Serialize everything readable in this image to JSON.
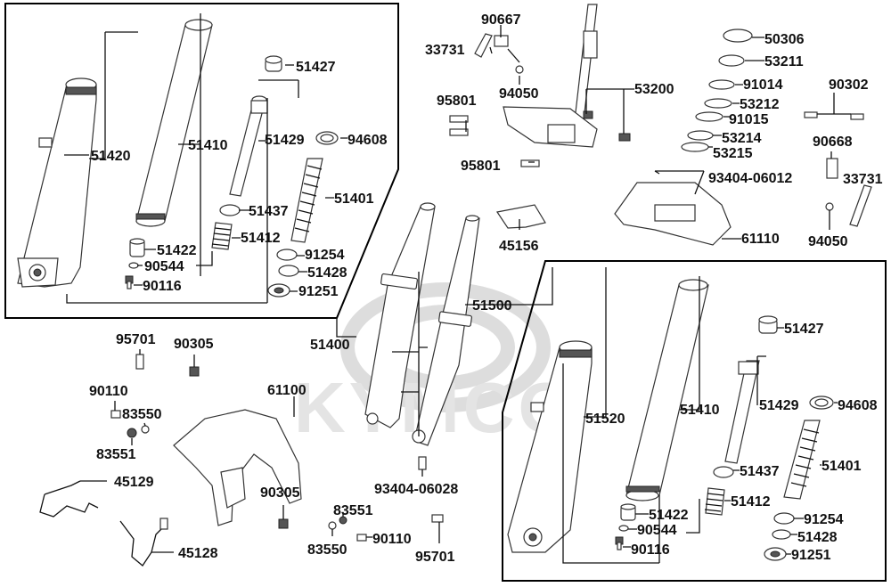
{
  "watermark": {
    "brand": "KYMCO"
  },
  "groups": {
    "left_fork": "51400",
    "right_fork": "51500"
  },
  "labels": {
    "l51420": "51420",
    "l51410": "51410",
    "l51427": "51427",
    "l51429": "51429",
    "l94608": "94608",
    "l51401": "51401",
    "l51437": "51437",
    "l51412": "51412",
    "l51422": "51422",
    "l90544": "90544",
    "l90116": "90116",
    "l91254": "91254",
    "l51428": "51428",
    "l91251": "91251",
    "l51400": "51400",
    "t90667": "90667",
    "t33731": "33731",
    "t94050": "94050",
    "t95801a": "95801",
    "t95801b": "95801",
    "t53200": "53200",
    "t45156": "45156",
    "t50306": "50306",
    "t53211": "53211",
    "t91014": "91014",
    "t53212": "53212",
    "t91015": "91015",
    "t53214": "53214",
    "t53215": "53215",
    "t90302": "90302",
    "t90668": "90668",
    "t93404a": "93404-06012",
    "t33731b": "33731",
    "t61110": "61110",
    "t94050b": "94050",
    "t51500": "51500",
    "r51427": "51427",
    "r51520": "51520",
    "r51410": "51410",
    "r51429": "51429",
    "r94608": "94608",
    "r51437": "51437",
    "r51401": "51401",
    "r51412": "51412",
    "r51422": "51422",
    "r90544": "90544",
    "r90116": "90116",
    "r91254": "91254",
    "r51428": "51428",
    "r91251": "91251",
    "b95701a": "95701",
    "b90305a": "90305",
    "b90110a": "90110",
    "b83550a": "83550",
    "b83551a": "83551",
    "b61100": "61100",
    "b45129": "45129",
    "b45128": "45128",
    "b90305b": "90305",
    "b83551b": "83551",
    "b83550b": "83550",
    "b90110b": "90110",
    "b95701b": "95701",
    "b93404b": "93404-06028"
  }
}
